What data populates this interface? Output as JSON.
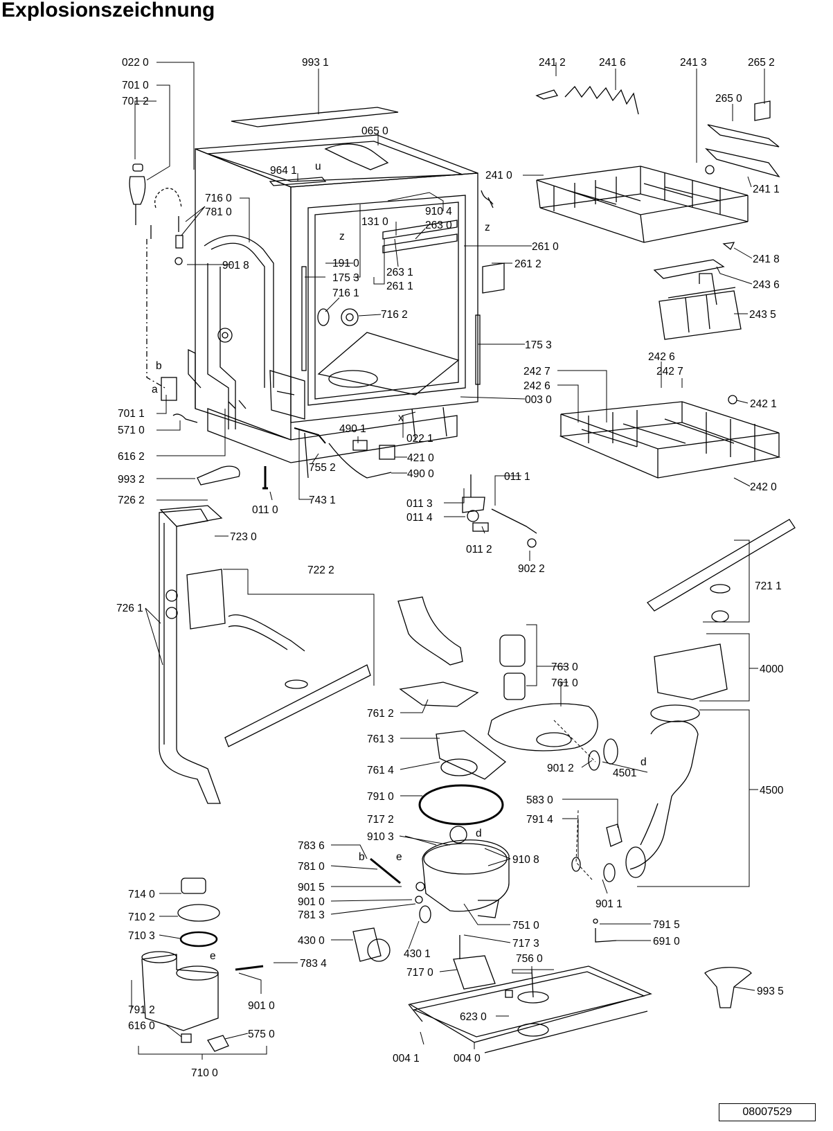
{
  "title": "Explosionszeichnung",
  "document_number": "08007529",
  "letter_markers": [
    "u",
    "z",
    "z",
    "x",
    "b",
    "a",
    "b",
    "e",
    "d",
    "d",
    "e"
  ],
  "callouts": [
    {
      "id": "c-0220",
      "label": "022 0"
    },
    {
      "id": "c-9931",
      "label": "993 1"
    },
    {
      "id": "c-7010",
      "label": "701 0"
    },
    {
      "id": "c-7012",
      "label": "701 2"
    },
    {
      "id": "c-0650",
      "label": "065 0"
    },
    {
      "id": "c-9641",
      "label": "964 1"
    },
    {
      "id": "c-7160",
      "label": "716 0"
    },
    {
      "id": "c-7810a",
      "label": "781 0"
    },
    {
      "id": "c-9104",
      "label": "910 4"
    },
    {
      "id": "c-1310",
      "label": "131 0"
    },
    {
      "id": "c-2630",
      "label": "263 0"
    },
    {
      "id": "c-2610",
      "label": "261 0"
    },
    {
      "id": "c-9018",
      "label": "901 8"
    },
    {
      "id": "c-1910",
      "label": "191 0"
    },
    {
      "id": "c-1753a",
      "label": "175 3"
    },
    {
      "id": "c-2631",
      "label": "263 1"
    },
    {
      "id": "c-2611",
      "label": "261 1"
    },
    {
      "id": "c-2612",
      "label": "261 2"
    },
    {
      "id": "c-7161",
      "label": "716 1"
    },
    {
      "id": "c-7162",
      "label": "716 2"
    },
    {
      "id": "c-1753b",
      "label": "175 3"
    },
    {
      "id": "c-0030",
      "label": "003 0"
    },
    {
      "id": "c-7011",
      "label": "701 1"
    },
    {
      "id": "c-5710",
      "label": "571 0"
    },
    {
      "id": "c-4901",
      "label": "490 1"
    },
    {
      "id": "c-0221",
      "label": "022 1"
    },
    {
      "id": "c-4210",
      "label": "421 0"
    },
    {
      "id": "c-6162",
      "label": "616 2"
    },
    {
      "id": "c-4900",
      "label": "490 0"
    },
    {
      "id": "c-9932",
      "label": "993 2"
    },
    {
      "id": "c-7552",
      "label": "755 2"
    },
    {
      "id": "c-7431",
      "label": "743 1"
    },
    {
      "id": "c-0110",
      "label": "011 0"
    },
    {
      "id": "c-7262",
      "label": "726 2"
    },
    {
      "id": "c-7230",
      "label": "723 0"
    },
    {
      "id": "c-0111",
      "label": "011 1"
    },
    {
      "id": "c-0113",
      "label": "011 3"
    },
    {
      "id": "c-0114",
      "label": "011 4"
    },
    {
      "id": "c-0112",
      "label": "011 2"
    },
    {
      "id": "c-9022",
      "label": "902 2"
    },
    {
      "id": "c-2412",
      "label": "241 2"
    },
    {
      "id": "c-2416",
      "label": "241 6"
    },
    {
      "id": "c-2413",
      "label": "241 3"
    },
    {
      "id": "c-2652",
      "label": "265 2"
    },
    {
      "id": "c-2650",
      "label": "265 0"
    },
    {
      "id": "c-2410",
      "label": "241 0"
    },
    {
      "id": "c-2411",
      "label": "241 1"
    },
    {
      "id": "c-2418",
      "label": "241 8"
    },
    {
      "id": "c-2436",
      "label": "243 6"
    },
    {
      "id": "c-2435",
      "label": "243 5"
    },
    {
      "id": "c-2426a",
      "label": "242 6"
    },
    {
      "id": "c-2427a",
      "label": "242 7"
    },
    {
      "id": "c-2427b",
      "label": "242 7"
    },
    {
      "id": "c-2426b",
      "label": "242 6"
    },
    {
      "id": "c-2421",
      "label": "242 1"
    },
    {
      "id": "c-2420",
      "label": "242 0"
    },
    {
      "id": "c-7222",
      "label": "722 2"
    },
    {
      "id": "c-7261",
      "label": "726 1"
    },
    {
      "id": "c-7211",
      "label": "721 1"
    },
    {
      "id": "c-7630",
      "label": "763 0"
    },
    {
      "id": "c-7610",
      "label": "761 0"
    },
    {
      "id": "c-4000",
      "label": "4000"
    },
    {
      "id": "c-7612",
      "label": "761 2"
    },
    {
      "id": "c-7613",
      "label": "761 3"
    },
    {
      "id": "c-7614",
      "label": "761 4"
    },
    {
      "id": "c-9012",
      "label": "901 2"
    },
    {
      "id": "c-4501",
      "label": "4501"
    },
    {
      "id": "c-4500",
      "label": "4500"
    },
    {
      "id": "c-7910",
      "label": "791 0"
    },
    {
      "id": "c-5830",
      "label": "583 0"
    },
    {
      "id": "c-7172",
      "label": "717 2"
    },
    {
      "id": "c-7914",
      "label": "791 4"
    },
    {
      "id": "c-9103",
      "label": "910 3"
    },
    {
      "id": "c-7836",
      "label": "783 6"
    },
    {
      "id": "c-9108",
      "label": "910 8"
    },
    {
      "id": "c-7810b",
      "label": "781 0"
    },
    {
      "id": "c-7140",
      "label": "714 0"
    },
    {
      "id": "c-9015",
      "label": "901 5"
    },
    {
      "id": "c-9010a",
      "label": "901 0"
    },
    {
      "id": "c-9011",
      "label": "901 1"
    },
    {
      "id": "c-7102",
      "label": "710 2"
    },
    {
      "id": "c-7813",
      "label": "781 3"
    },
    {
      "id": "c-7510",
      "label": "751 0"
    },
    {
      "id": "c-7915",
      "label": "791 5"
    },
    {
      "id": "c-7103",
      "label": "710 3"
    },
    {
      "id": "c-4300",
      "label": "430 0"
    },
    {
      "id": "c-7173",
      "label": "717 3"
    },
    {
      "id": "c-6910",
      "label": "691 0"
    },
    {
      "id": "c-4301",
      "label": "430 1"
    },
    {
      "id": "c-7560",
      "label": "756 0"
    },
    {
      "id": "c-7834",
      "label": "783 4"
    },
    {
      "id": "c-7170",
      "label": "717 0"
    },
    {
      "id": "c-9935",
      "label": "993 5"
    },
    {
      "id": "c-9010b",
      "label": "901 0"
    },
    {
      "id": "c-7912",
      "label": "791 2"
    },
    {
      "id": "c-6230",
      "label": "623 0"
    },
    {
      "id": "c-6160",
      "label": "616 0"
    },
    {
      "id": "c-5750",
      "label": "575 0"
    },
    {
      "id": "c-0041",
      "label": "004 1"
    },
    {
      "id": "c-0040",
      "label": "004 0"
    },
    {
      "id": "c-7100",
      "label": "710 0"
    }
  ]
}
